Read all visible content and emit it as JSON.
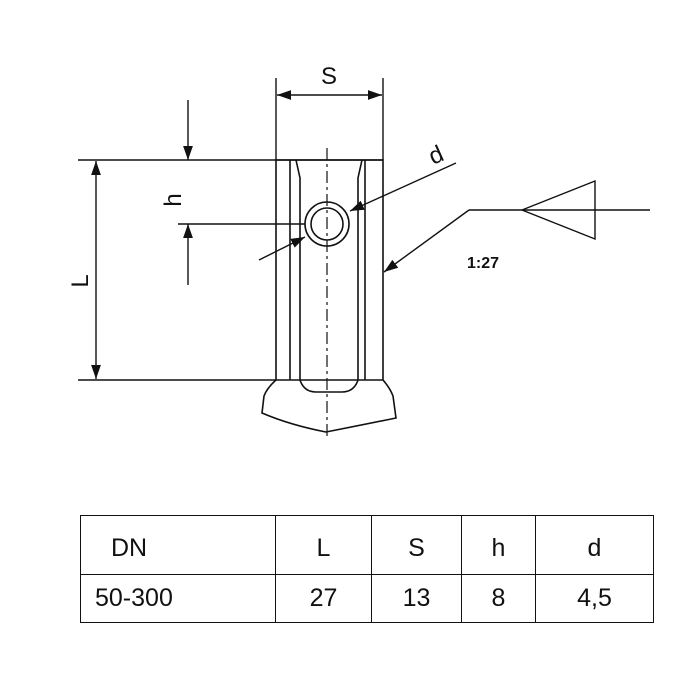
{
  "drawing": {
    "dimensions": {
      "s_label": "S",
      "h_label": "h",
      "l_label": "L",
      "d_label": "d"
    },
    "taper_ratio": "1:27"
  },
  "table": {
    "headers": [
      "DN",
      "L",
      "S",
      "h",
      "d"
    ],
    "row": [
      "50-300",
      "27",
      "13",
      "8",
      "4,5"
    ]
  }
}
